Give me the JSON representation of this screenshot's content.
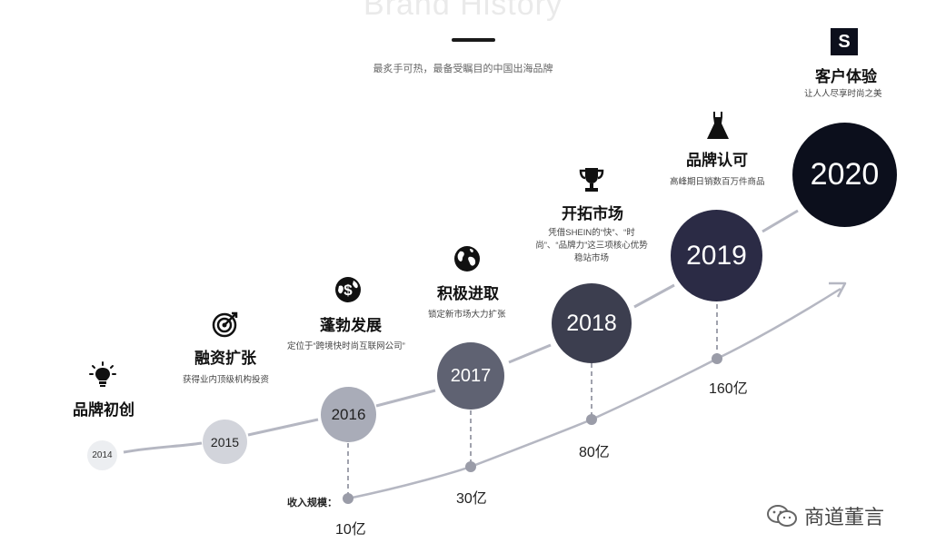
{
  "header": {
    "faded_title": "Brand History",
    "subtitle": "最炙手可热，最备受瞩目的中国出海品牌"
  },
  "stages": [
    {
      "year": "2014",
      "title": "品牌初创",
      "desc": "",
      "icon": "lightbulb-icon"
    },
    {
      "year": "2015",
      "title": "融资扩张",
      "desc": "获得业内顶级机构投资",
      "icon": "target-icon"
    },
    {
      "year": "2016",
      "title": "蓬勃发展",
      "desc": "定位于“跨境快时尚互联网公司”",
      "icon": "globe-dollar-icon"
    },
    {
      "year": "2017",
      "title": "积极进取",
      "desc": "锁定新市场大力扩张",
      "icon": "earth-icon"
    },
    {
      "year": "2018",
      "title": "开拓市场",
      "desc_line1": "凭借SHEIN的“快”、“时",
      "desc_line2": "尚”、“品牌力”这三项核心优势",
      "desc_line3": "稳站市场",
      "icon": "trophy-icon"
    },
    {
      "year": "2019",
      "title": "品牌认可",
      "desc": "高峰期日销数百万件商品",
      "icon": "dress-icon"
    },
    {
      "year": "2020",
      "title": "客户体验",
      "desc": "让人人尽享时尚之美",
      "icon": "shein-logo-icon"
    }
  ],
  "revenue": {
    "caption": "收入规模：",
    "points": [
      "10亿",
      "30亿",
      "80亿",
      "160亿"
    ]
  },
  "watermark": {
    "text": "商道董言"
  },
  "colors": {
    "c2014": "#eceef1",
    "c2015": "#d2d4db",
    "c2016": "#a9acb8",
    "c2017": "#5f6272",
    "c2018": "#3c3e4f",
    "c2019": "#2b2b45",
    "c2020": "#0c0f1c",
    "line": "#b5b7c2",
    "dot": "#9a9ca8"
  }
}
